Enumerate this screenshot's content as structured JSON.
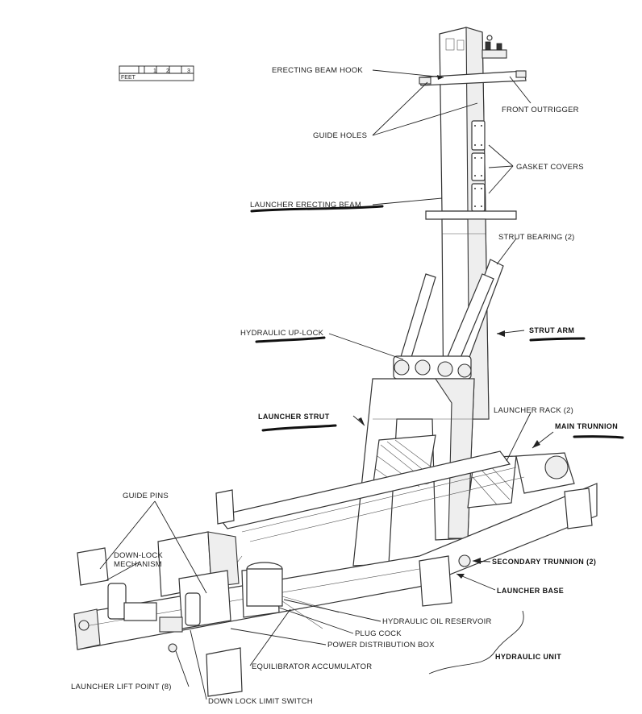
{
  "scale_bar": {
    "unit": "FEET",
    "ticks": [
      "1",
      "2",
      "3"
    ]
  },
  "labels": {
    "erecting_beam_hook": "ERECTING BEAM HOOK",
    "front_outrigger": "FRONT OUTRIGGER",
    "guide_holes": "GUIDE HOLES",
    "gasket_covers": "GASKET COVERS",
    "launcher_erecting_beam": "LAUNCHER ERECTING BEAM",
    "strut_bearing": "STRUT BEARING (2)",
    "hydraulic_up_lock": "HYDRAULIC UP-LOCK",
    "strut_arm": "STRUT ARM",
    "launcher_strut": "LAUNCHER STRUT",
    "launcher_rack": "LAUNCHER RACK (2)",
    "main_trunnion": "MAIN TRUNNION",
    "guide_pins": "GUIDE PINS",
    "down_lock_line1": "DOWN-LOCK",
    "down_lock_line2": "MECHANISM",
    "secondary_trunnion": "SECONDARY TRUNNION (2)",
    "launcher_base": "LAUNCHER BASE",
    "hydraulic_oil_reservoir": "HYDRAULIC OIL RESERVOIR",
    "plug_cock": "PLUG COCK",
    "power_distribution_box": "POWER DISTRIBUTION BOX",
    "hydraulic_unit": "HYDRAULIC UNIT",
    "equilibrator_accumulator": "EQUILIBRATOR ACCUMULATOR",
    "launcher_lift_point": "LAUNCHER LIFT POINT (8)",
    "down_lock_limit_switch": "DOWN LOCK LIMIT SWITCH"
  }
}
